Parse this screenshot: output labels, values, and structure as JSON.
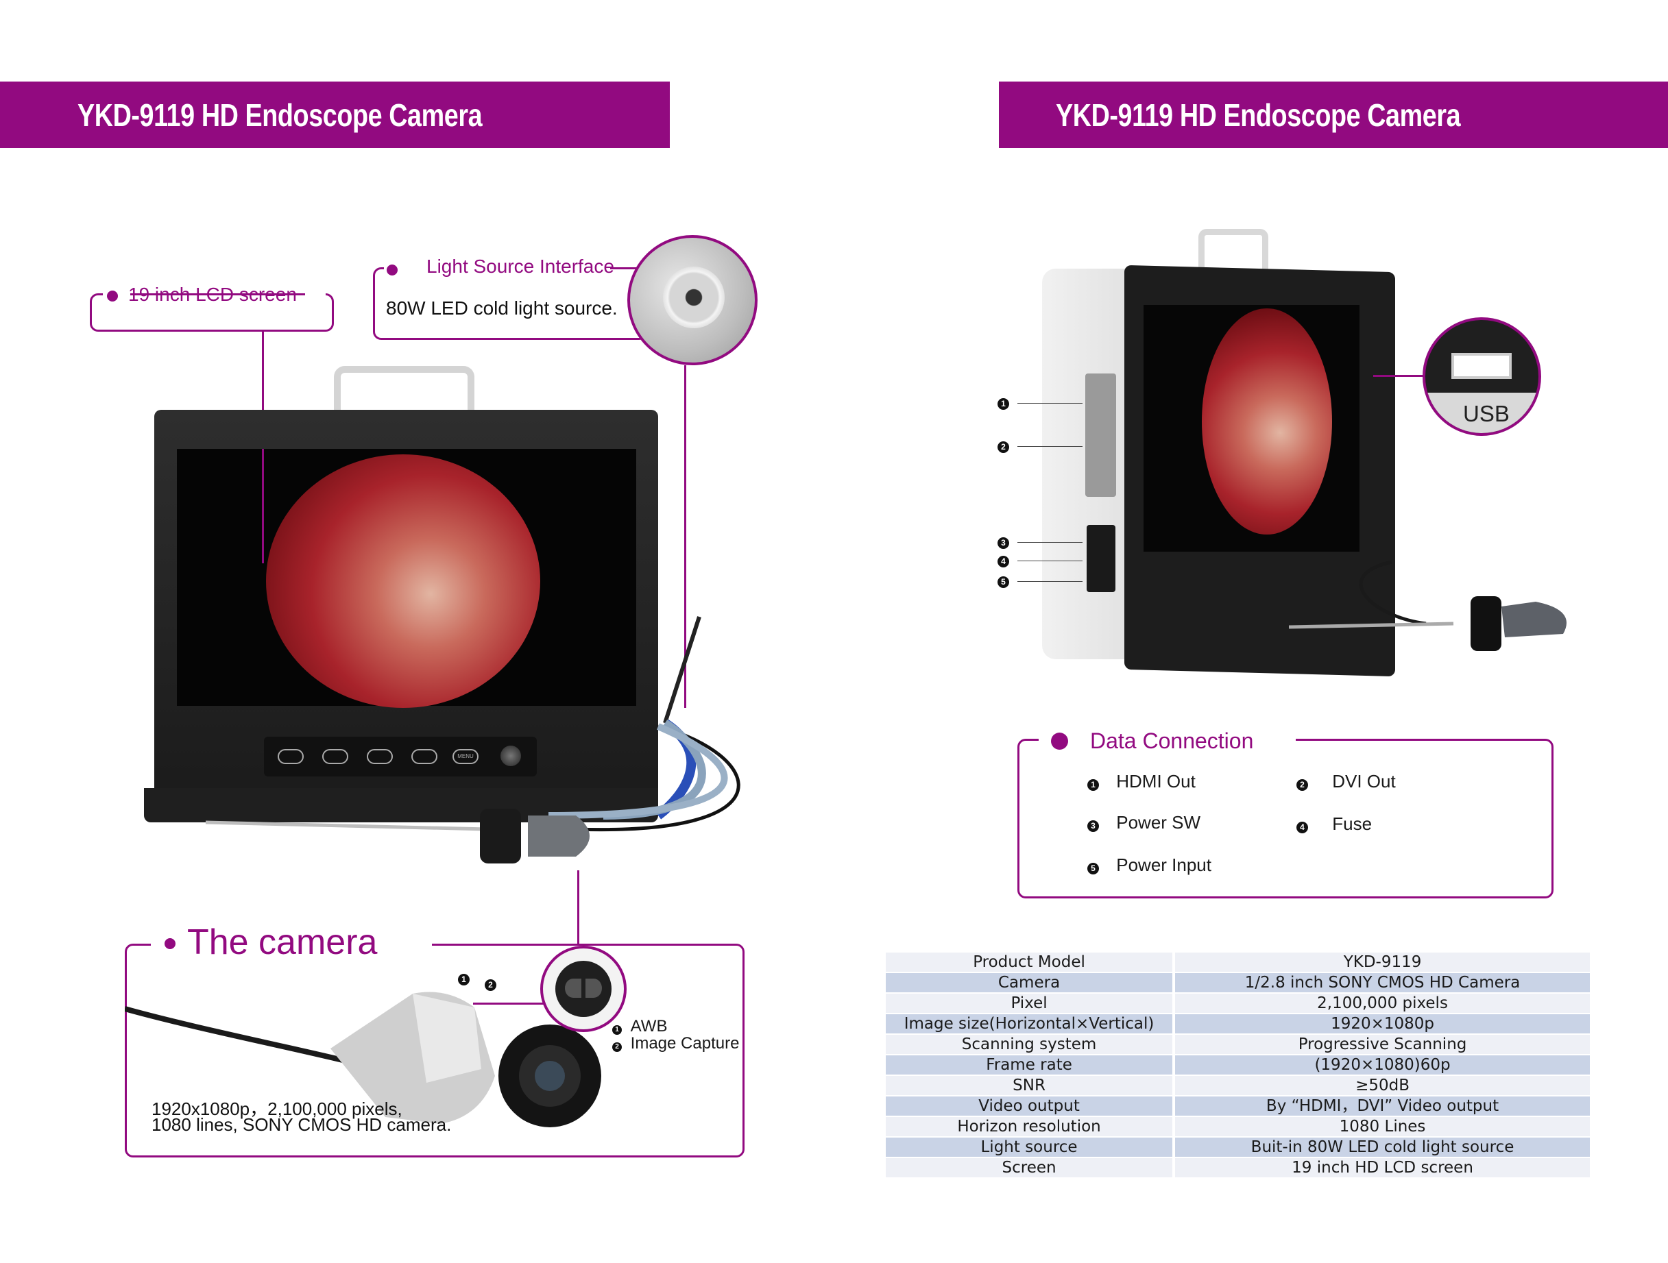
{
  "left_banner": {
    "title": "YKD-9119 HD Endoscope Camera"
  },
  "right_banner": {
    "title": "YKD-9119 HD Endoscope Camera"
  },
  "callouts": {
    "lcd_screen": "19 inch LCD screen",
    "light_source_title": "Light Source Interface",
    "light_source_desc": "80W LED cold light source.",
    "camera_title": "The camera",
    "camera_desc_line1": "1920x1080p，2,100,000 pixels,",
    "camera_desc_line2": "1080 lines, SONY CMOS HD camera.",
    "awb": "AWB",
    "image_capture": "Image Capture",
    "usb": "USB"
  },
  "data_connection": {
    "title": "Data Connection",
    "items": [
      {
        "num": "1",
        "label": "HDMI Out"
      },
      {
        "num": "2",
        "label": "DVI Out"
      },
      {
        "num": "3",
        "label": "Power SW"
      },
      {
        "num": "4",
        "label": "Fuse"
      },
      {
        "num": "5",
        "label": "Power Input"
      }
    ]
  },
  "side_markers": [
    "1",
    "2",
    "3",
    "4",
    "5"
  ],
  "camera_markers": [
    "1",
    "2"
  ],
  "monitor_menu_label": "MENU",
  "spec_table": [
    [
      "Product Model",
      "YKD-9119"
    ],
    [
      "Camera",
      "1/2.8 inch SONY CMOS HD Camera"
    ],
    [
      "Pixel",
      "2,100,000 pixels"
    ],
    [
      "Image size(Horizontal×Vertical)",
      "1920×1080p"
    ],
    [
      "Scanning system",
      "Progressive Scanning"
    ],
    [
      "Frame rate",
      "(1920×1080)60p"
    ],
    [
      "SNR",
      "≥50dB"
    ],
    [
      "Video output",
      "By “HDMI，DVI” Video output"
    ],
    [
      "Horizon resolution",
      "1080 Lines"
    ],
    [
      "Light source",
      "Buit-in 80W LED cold light source"
    ],
    [
      "Screen",
      "19 inch HD LCD screen"
    ]
  ],
  "colors": {
    "accent": "#920a80",
    "table_dark": "#c9d3e6",
    "table_light": "#eef0f6"
  }
}
